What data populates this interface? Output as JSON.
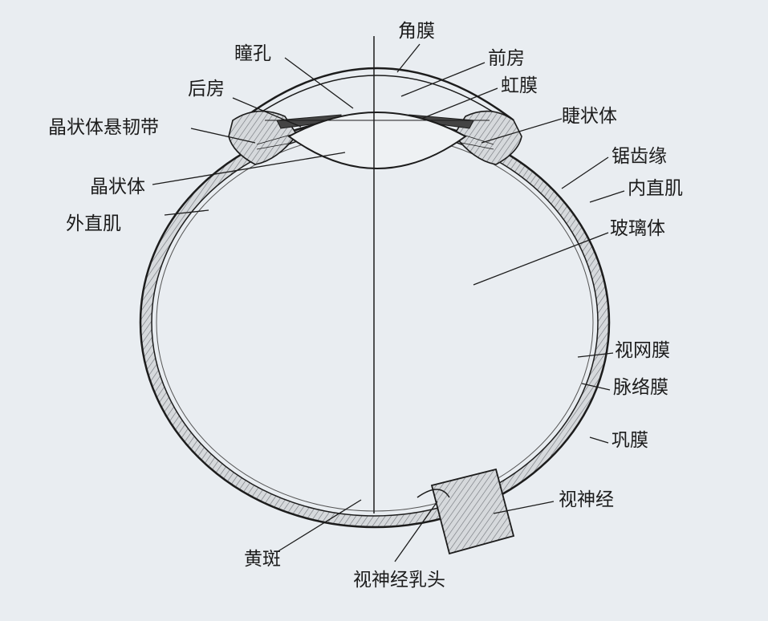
{
  "labels": {
    "cornea": "角膜",
    "pupil": "瞳孔",
    "anterior_chamber": "前房",
    "posterior_chamber": "后房",
    "iris": "虹膜",
    "zonule": "晶状体悬韧带",
    "ciliary_body": "睫状体",
    "ora_serrata": "锯齿缘",
    "lens": "晶状体",
    "medial_rectus": "内直肌",
    "lateral_rectus": "外直肌",
    "vitreous": "玻璃体",
    "retina": "视网膜",
    "choroid": "脉络膜",
    "sclera": "巩膜",
    "optic_nerve": "视神经",
    "macula": "黄斑",
    "optic_disc": "视神经乳头"
  },
  "colors": {
    "ink": "#1c1c1c",
    "paper": "#e9edf1",
    "wall": "#cfd3d6"
  }
}
